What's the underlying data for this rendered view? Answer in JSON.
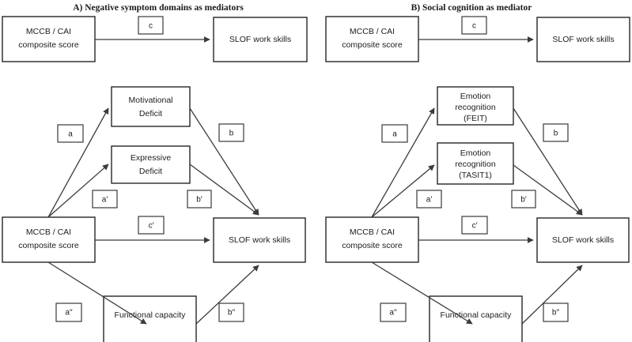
{
  "figure": {
    "type": "path-mediation-diagram",
    "background_color": "#ffffff",
    "box_stroke_color": "#262626",
    "edge_color": "#3b3b3b",
    "text_color": "#1d1d1d"
  },
  "panels": [
    {
      "id": "A",
      "title": "A)  Negative symptom domains as mediators",
      "total_effect_model": {
        "predictor": "MCCB / CAI\ncomposite score",
        "predictor_line1": "MCCB / CAI",
        "predictor_line2": "composite score",
        "outcome": "SLOF work skills",
        "path_label": "c"
      },
      "mediation_model": {
        "predictor_line1": "MCCB / CAI",
        "predictor_line2": "composite score",
        "outcome": "SLOF work skills",
        "mediators": [
          {
            "line1": "Motivational",
            "line2": "Deficit",
            "line3": "",
            "a_label": "a",
            "b_label": "b"
          },
          {
            "line1": "Expressive",
            "line2": "Deficit",
            "line3": "",
            "a_label": "a′",
            "b_label": "b′"
          },
          {
            "line1": "Functional capacity",
            "line2": "",
            "line3": "",
            "a_label": "a′′",
            "b_label": "b′′"
          }
        ],
        "direct_label": "c′"
      }
    },
    {
      "id": "B",
      "title": "B) Social cognition as mediator",
      "total_effect_model": {
        "predictor": "MCCB / CAI\ncomposite score",
        "predictor_line1": "MCCB / CAI",
        "predictor_line2": "composite score",
        "outcome": "SLOF work skills",
        "path_label": "c"
      },
      "mediation_model": {
        "predictor_line1": "MCCB / CAI",
        "predictor_line2": "composite score",
        "outcome": "SLOF work skills",
        "mediators": [
          {
            "line1": "Emotion",
            "line2": "recognition",
            "line3": "(FEIT)",
            "a_label": "a",
            "b_label": "b"
          },
          {
            "line1": "Emotion",
            "line2": "recognition",
            "line3": "(TASIT1)",
            "a_label": "a′",
            "b_label": "b′"
          },
          {
            "line1": "Functional capacity",
            "line2": "",
            "line3": "",
            "a_label": "a′′",
            "b_label": "b′′"
          }
        ],
        "direct_label": "c′"
      }
    }
  ]
}
